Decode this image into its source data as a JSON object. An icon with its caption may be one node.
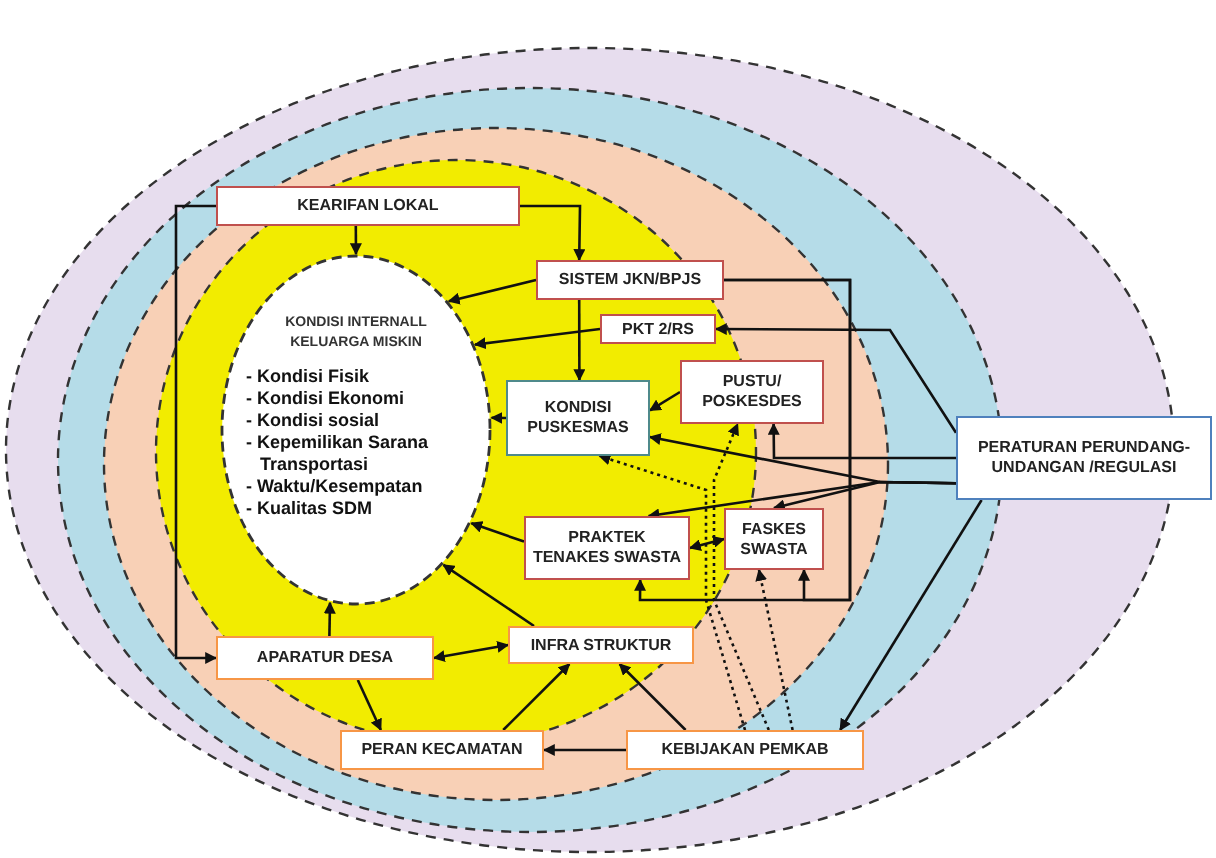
{
  "diagram": {
    "nodes": [
      {
        "text": [
          "KEARIFAN LOKAL"
        ]
      },
      {
        "text": [
          "SISTEM JKN/BPJS"
        ]
      },
      {
        "text": [
          "KONDISI INTERNALL KELUARGA MISKIN",
          "- Kondisi Fisik",
          "- Kondisi Ekonomi",
          "- Kondisi sosial",
          "- Kepemilikan Sarana Transportasi",
          "- Waktu/Kesempatan",
          "- Kualitas SDM"
        ]
      },
      {
        "text": [
          "PKT 2/RS"
        ]
      },
      {
        "text": [
          "KONDISI PUSKESMAS"
        ]
      },
      {
        "text": [
          "PUSTU/ POSKESDES"
        ]
      },
      {
        "text": [
          "PRAKTEK TENAKES SWASTA"
        ]
      },
      {
        "text": [
          "FASKES SWASTA"
        ]
      },
      {
        "text": [
          "PERATURAN PERUNDANG-UNDANGAN /REGULASI"
        ]
      },
      {
        "text": [
          "APARATUR DESA"
        ]
      },
      {
        "text": [
          "INFRA STRUKTUR"
        ]
      },
      {
        "text": [
          "PERAN KECAMATAN"
        ]
      },
      {
        "text": [
          "KEBIJAKAN PEMKAB"
        ]
      }
    ],
    "edges": [
      {
        "from": 0,
        "to": 2,
        "arrow": "to"
      },
      {
        "from": 0,
        "to": 1,
        "arrow": "to"
      },
      {
        "from": 0,
        "to": 9,
        "arrow": "to"
      },
      {
        "from": 1,
        "to": 2,
        "arrow": "to"
      },
      {
        "from": 1,
        "to": 4,
        "arrow": "to"
      },
      {
        "from": 1,
        "to": 6,
        "arrow": "to"
      },
      {
        "from": 1,
        "to": 7,
        "arrow": "to"
      },
      {
        "from": 3,
        "to": 2,
        "arrow": "to"
      },
      {
        "from": 4,
        "to": 2,
        "arrow": "to"
      },
      {
        "from": 5,
        "to": 4,
        "arrow": "to"
      },
      {
        "from": 6,
        "to": 2,
        "arrow": "to"
      },
      {
        "from": 6,
        "to": 7,
        "arrow": "both"
      },
      {
        "from": 8,
        "to": 3,
        "arrow": "to"
      },
      {
        "from": 8,
        "to": 5,
        "arrow": "to"
      },
      {
        "from": 8,
        "to": 4,
        "arrow": "to"
      },
      {
        "from": 8,
        "to": 6,
        "arrow": "to"
      },
      {
        "from": 8,
        "to": 7,
        "arrow": "to"
      },
      {
        "from": 8,
        "to": 12,
        "arrow": "to"
      },
      {
        "from": 9,
        "to": 2,
        "arrow": "to"
      },
      {
        "from": 9,
        "to": 10,
        "arrow": "both"
      },
      {
        "from": 9,
        "to": 11,
        "arrow": "to"
      },
      {
        "from": 10,
        "to": 2,
        "arrow": "to"
      },
      {
        "from": 11,
        "to": 10,
        "arrow": "to"
      },
      {
        "from": 12,
        "to": 11,
        "arrow": "to"
      },
      {
        "from": 12,
        "to": 10,
        "arrow": "to"
      },
      {
        "from": 12,
        "to": 4,
        "arrow": "to",
        "style": "dashed"
      },
      {
        "from": 12,
        "to": 5,
        "arrow": "to",
        "style": "dashed"
      },
      {
        "from": 12,
        "to": 7,
        "arrow": "to",
        "style": "dashed"
      }
    ]
  }
}
